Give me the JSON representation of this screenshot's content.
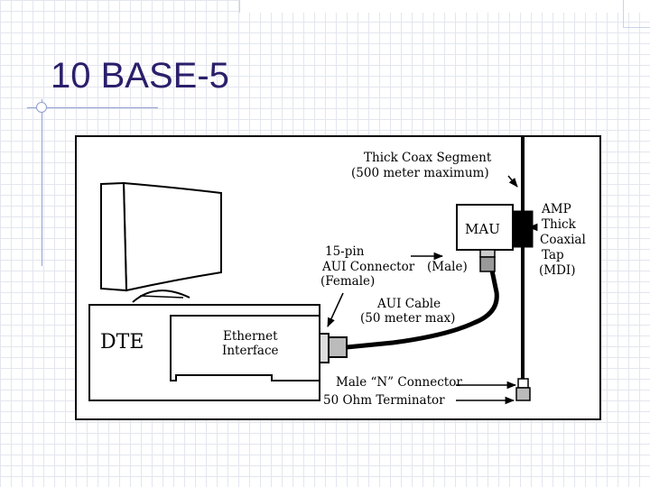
{
  "slide": {
    "title": "10 BASE-5"
  },
  "diagram": {
    "coax": {
      "line1": "Thick Coax Segment",
      "line2": "(500 meter maximum)"
    },
    "mau": "MAU",
    "tap": {
      "line1": "AMP",
      "line2": "Thick",
      "line3": "Coaxial",
      "line4": "Tap",
      "line5": "(MDI)"
    },
    "aui_connector": {
      "line1": "15-pin",
      "line2": "AUI Connector",
      "male": "(Male)",
      "female": "(Female)"
    },
    "aui_cable": {
      "line1": "AUI Cable",
      "line2": "(50 meter max)"
    },
    "dte": "DTE",
    "ethernet": {
      "line1": "Ethernet",
      "line2": "Interface"
    },
    "n_connector": "Male “N” Connector",
    "terminator": "50 Ohm Terminator"
  }
}
